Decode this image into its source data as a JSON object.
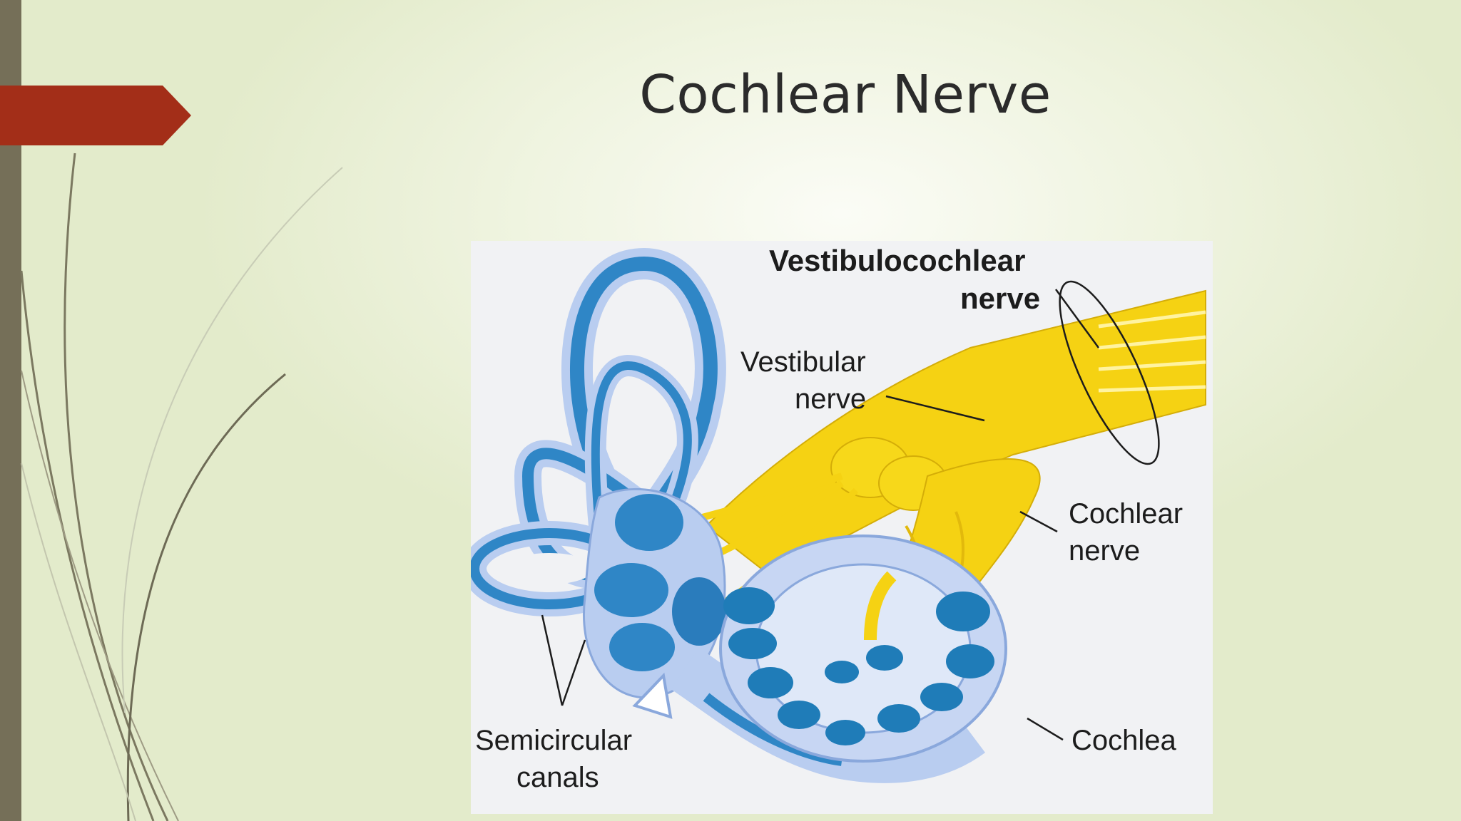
{
  "slide": {
    "title": "Cochlear Nerve"
  },
  "colors": {
    "accent_tab": "#a32e18",
    "left_bar": "#756f58",
    "nerve_yellow": "#f5d213",
    "labyrinth_blue": "#2f86c6",
    "labyrinth_light": "#b9cdf0"
  },
  "figure": {
    "labels": {
      "vestibulocochlear_line1": "Vestibulocochlear",
      "vestibulocochlear_line2": "nerve",
      "vestibular_line1": "Vestibular",
      "vestibular_line2": "nerve",
      "cochlear_nerve_line1": "Cochlear",
      "cochlear_nerve_line2": "nerve",
      "cochlea": "Cochlea",
      "semicircular_line1": "Semicircular",
      "semicircular_line2": "canals"
    }
  }
}
